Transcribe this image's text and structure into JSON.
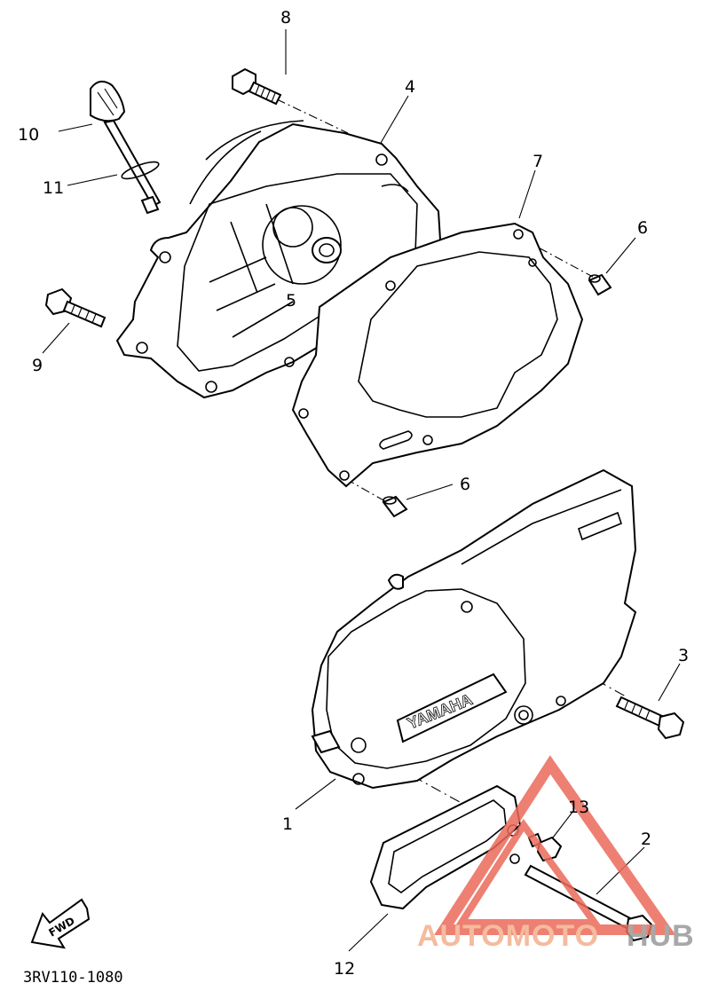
{
  "callouts": {
    "c1": "1",
    "c2": "2",
    "c3": "3",
    "c4": "4",
    "c5": "5",
    "c6a": "6",
    "c6b": "6",
    "c7": "7",
    "c8": "8",
    "c9": "9",
    "c10": "10",
    "c11": "11",
    "c12": "12",
    "c13": "13"
  },
  "badge": "YAMAHA",
  "fwd_label": "FWD",
  "diagram_code": "3RV110-1080",
  "watermark": {
    "text_left": "AUTOMOTO",
    "text_right": "HUB",
    "color_left": "#f3b08c",
    "color_right": "#9a9a9a",
    "triangle_color": "#ea6a5a"
  }
}
